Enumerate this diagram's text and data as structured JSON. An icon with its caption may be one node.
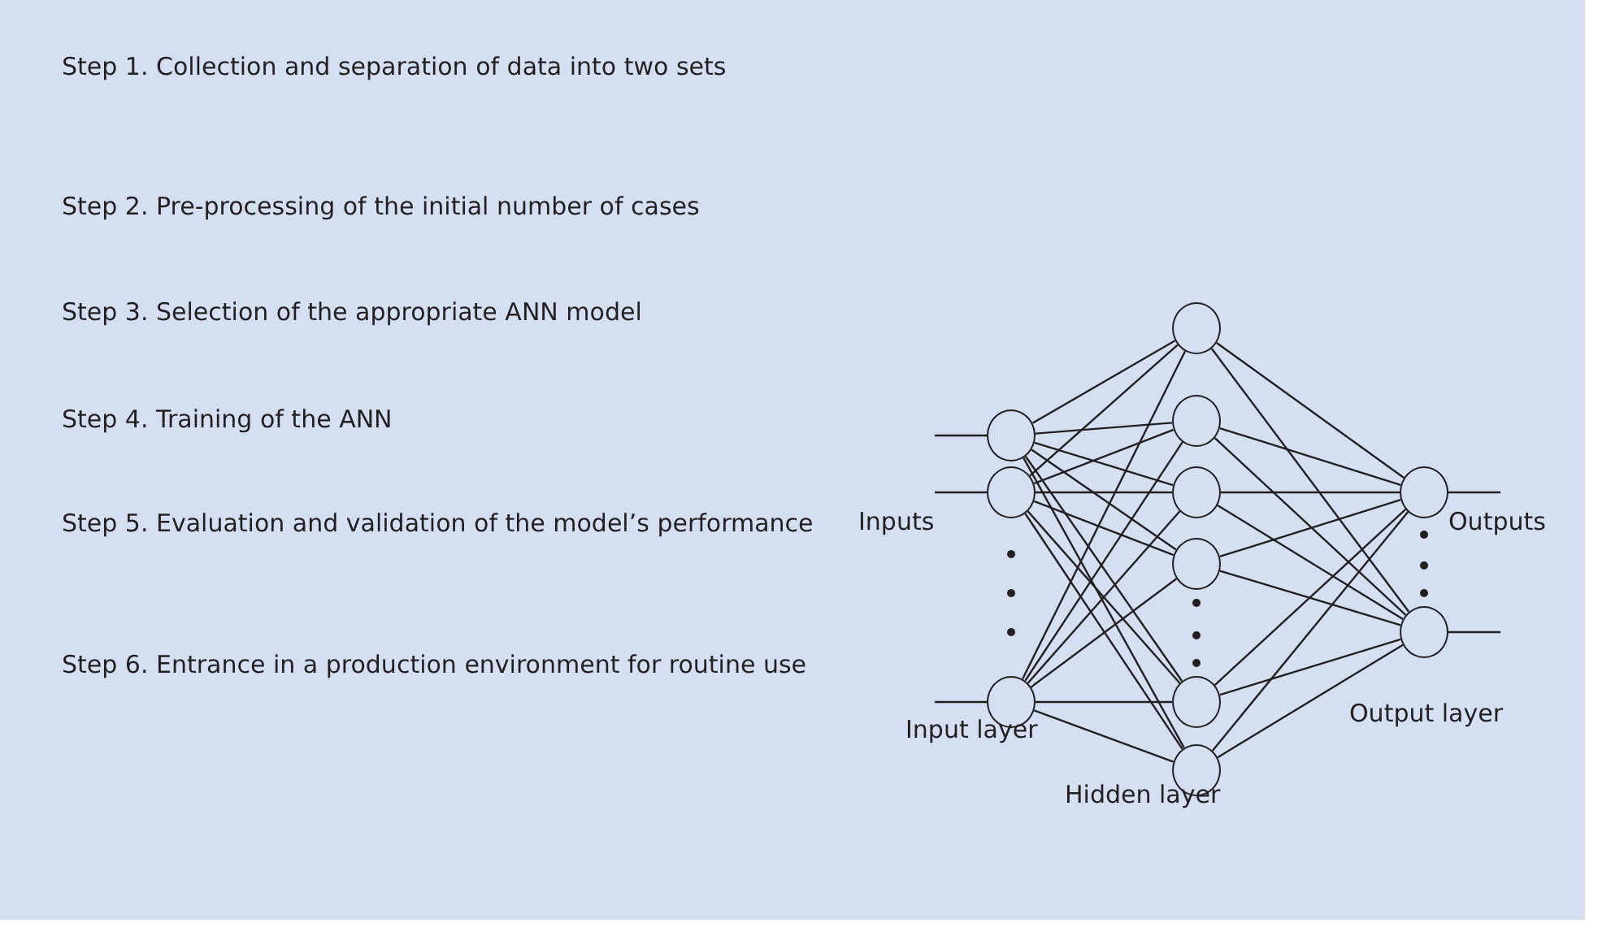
{
  "diagram": {
    "nodes": [
      {
        "text": [],
        "shape": "circle"
      },
      {
        "text": [],
        "shape": "circle"
      },
      {
        "text": [],
        "shape": "circle"
      },
      {
        "text": [],
        "shape": "circle"
      },
      {
        "text": [],
        "shape": "circle"
      },
      {
        "text": [],
        "shape": "circle"
      },
      {
        "text": [],
        "shape": "circle"
      },
      {
        "text": [],
        "shape": "circle"
      },
      {
        "text": [],
        "shape": "circle"
      },
      {
        "text": [],
        "shape": "circle"
      },
      {
        "text": [],
        "shape": "circle"
      }
    ],
    "edges": [
      {
        "from": null,
        "to": 0,
        "arrow": "none"
      },
      {
        "from": null,
        "to": 1,
        "arrow": "none"
      },
      {
        "from": null,
        "to": 2,
        "arrow": "none"
      },
      {
        "from": 0,
        "to": 3,
        "arrow": "none"
      },
      {
        "from": 0,
        "to": 4,
        "arrow": "none"
      },
      {
        "from": 0,
        "to": 5,
        "arrow": "none"
      },
      {
        "from": 0,
        "to": 6,
        "arrow": "none"
      },
      {
        "from": 0,
        "to": 7,
        "arrow": "none"
      },
      {
        "from": 0,
        "to": 8,
        "arrow": "none"
      },
      {
        "from": 1,
        "to": 3,
        "arrow": "none"
      },
      {
        "from": 1,
        "to": 4,
        "arrow": "none"
      },
      {
        "from": 1,
        "to": 5,
        "arrow": "none"
      },
      {
        "from": 1,
        "to": 6,
        "arrow": "none"
      },
      {
        "from": 1,
        "to": 7,
        "arrow": "none"
      },
      {
        "from": 1,
        "to": 8,
        "arrow": "none"
      },
      {
        "from": 2,
        "to": 3,
        "arrow": "none"
      },
      {
        "from": 2,
        "to": 4,
        "arrow": "none"
      },
      {
        "from": 2,
        "to": 5,
        "arrow": "none"
      },
      {
        "from": 2,
        "to": 6,
        "arrow": "none"
      },
      {
        "from": 2,
        "to": 7,
        "arrow": "none"
      },
      {
        "from": 2,
        "to": 8,
        "arrow": "none"
      },
      {
        "from": 3,
        "to": 9,
        "arrow": "none"
      },
      {
        "from": 4,
        "to": 9,
        "arrow": "none"
      },
      {
        "from": 5,
        "to": 9,
        "arrow": "none"
      },
      {
        "from": 6,
        "to": 9,
        "arrow": "none"
      },
      {
        "from": 7,
        "to": 9,
        "arrow": "none"
      },
      {
        "from": 8,
        "to": 9,
        "arrow": "none"
      },
      {
        "from": 3,
        "to": 10,
        "arrow": "none"
      },
      {
        "from": 4,
        "to": 10,
        "arrow": "none"
      },
      {
        "from": 5,
        "to": 10,
        "arrow": "none"
      },
      {
        "from": 6,
        "to": 10,
        "arrow": "none"
      },
      {
        "from": 7,
        "to": 10,
        "arrow": "none"
      },
      {
        "from": 8,
        "to": 10,
        "arrow": "none"
      },
      {
        "from": 9,
        "to": null,
        "arrow": "none"
      },
      {
        "from": 10,
        "to": null,
        "arrow": "none"
      }
    ],
    "labels": [
      "Step 1. Collection and separation of data into two sets",
      "Step 2. Pre-processing of the initial number of cases",
      "Step 3. Selection of the appropriate ANN model",
      "Step 4. Training of the ANN",
      "Step 5. Evaluation and validation of the model’s performance",
      "Step 6. Entrance in a production environment for routine use",
      "Inputs",
      "Outputs",
      "Input layer",
      "Hidden layer",
      "Output layer"
    ]
  }
}
